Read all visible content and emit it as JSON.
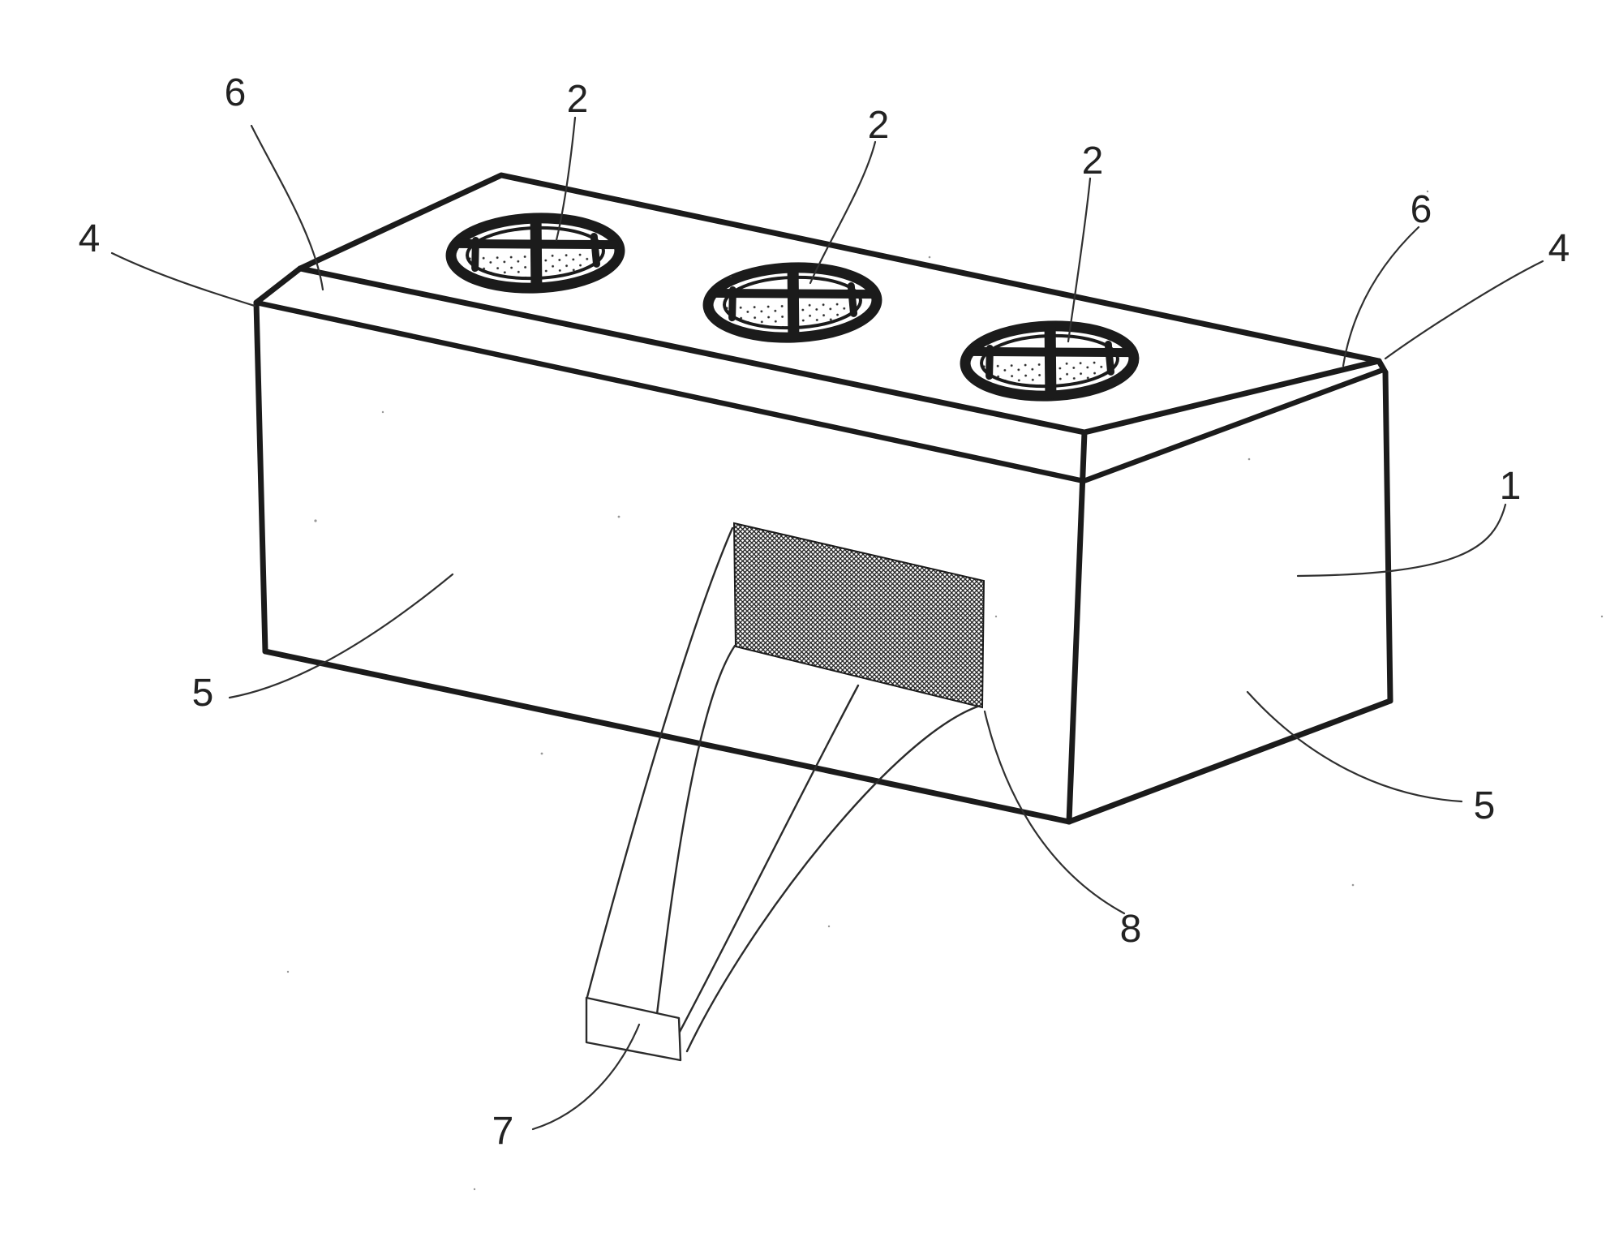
{
  "figure": {
    "background_color": "#ffffff",
    "ink_color": "#1b1b1b",
    "labels": [
      {
        "id": "label-6-left",
        "text": "6"
      },
      {
        "id": "label-2-hole1",
        "text": "2"
      },
      {
        "id": "label-2-hole2",
        "text": "2"
      },
      {
        "id": "label-2-hole3",
        "text": "2"
      },
      {
        "id": "label-6-right",
        "text": "6"
      },
      {
        "id": "label-4-left",
        "text": "4"
      },
      {
        "id": "label-4-right",
        "text": "4"
      },
      {
        "id": "label-1",
        "text": "1"
      },
      {
        "id": "label-5-left",
        "text": "5"
      },
      {
        "id": "label-5-right",
        "text": "5"
      },
      {
        "id": "label-8",
        "text": "8"
      },
      {
        "id": "label-7",
        "text": "7"
      }
    ]
  }
}
